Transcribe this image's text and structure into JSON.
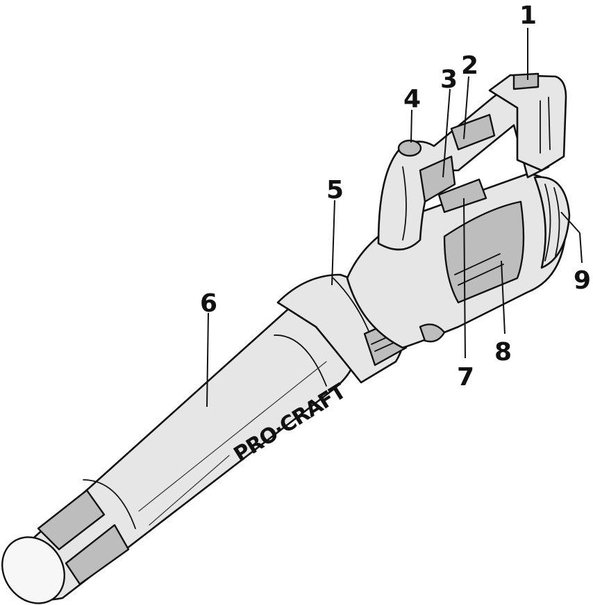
{
  "diagram": {
    "brand_text": "PRO·CRAFT",
    "callouts": [
      {
        "id": "1",
        "label": "1"
      },
      {
        "id": "2",
        "label": "2"
      },
      {
        "id": "3",
        "label": "3"
      },
      {
        "id": "4",
        "label": "4"
      },
      {
        "id": "5",
        "label": "5"
      },
      {
        "id": "6",
        "label": "6"
      },
      {
        "id": "7",
        "label": "7"
      },
      {
        "id": "8",
        "label": "8"
      },
      {
        "id": "9",
        "label": "9"
      }
    ]
  }
}
